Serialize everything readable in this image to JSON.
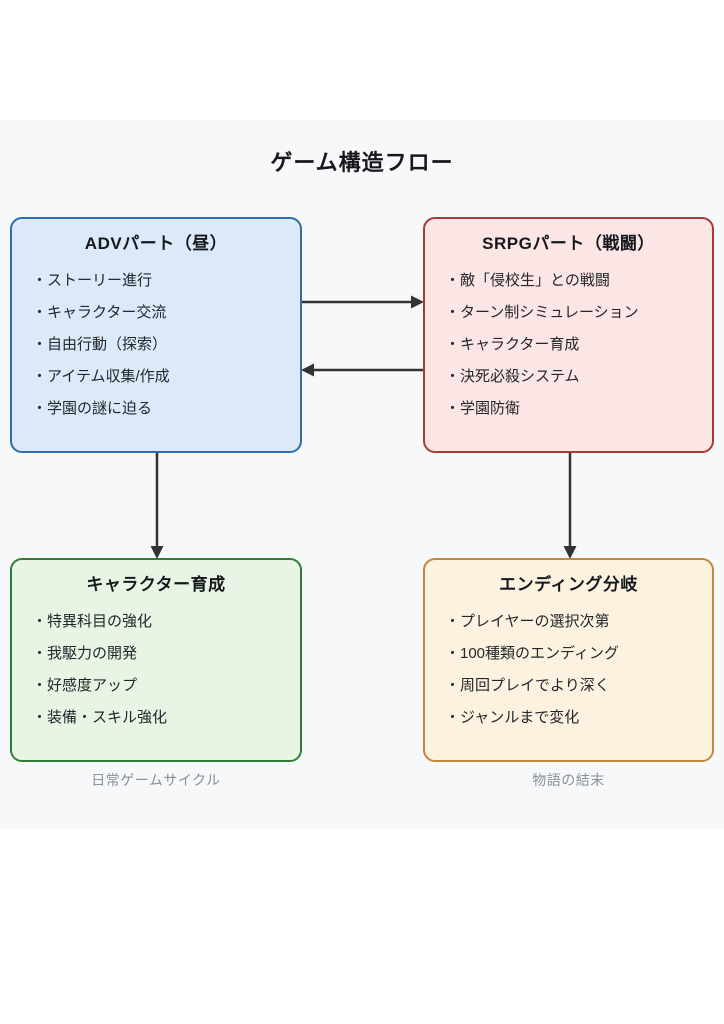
{
  "title": "ゲーム構造フロー",
  "nodes": {
    "adv": {
      "title": "ADVパート（昼）",
      "items": [
        "・ストーリー進行",
        "・キャラクター交流",
        "・自由行動（探索）",
        "・アイテム収集/作成",
        "・学園の謎に迫る"
      ],
      "fill": "#dbe9f8",
      "border": "#2f6cab"
    },
    "srpg": {
      "title": "SRPGパート（戦闘）",
      "items": [
        "・敵「侵校生」との戦闘",
        "・ターン制シミュレーション",
        "・キャラクター育成",
        "・決死必殺システム",
        "・学園防衛"
      ],
      "fill": "#fbe5e5",
      "border": "#a83a36"
    },
    "character": {
      "title": "キャラクター育成",
      "items": [
        "・特異科目の強化",
        "・我駆力の開発",
        "・好感度アップ",
        "・装備・スキル強化"
      ],
      "fill": "#e8f5e4",
      "border": "#2f7d39"
    },
    "ending": {
      "title": "エンディング分岐",
      "items": [
        "・プレイヤーの選択次第",
        "・100種類のエンディング",
        "・周回プレイでより深く",
        "・ジャンルまで変化"
      ],
      "fill": "#fdf2e0",
      "border": "#c2883e"
    }
  },
  "captions": {
    "left": "日常ゲームサイクル",
    "right": "物語の結末"
  },
  "arrows": {
    "color": "#333333",
    "connections": [
      {
        "from": "adv",
        "to": "srpg",
        "direction": "right"
      },
      {
        "from": "srpg",
        "to": "adv",
        "direction": "left"
      },
      {
        "from": "adv",
        "to": "character",
        "direction": "down"
      },
      {
        "from": "srpg",
        "to": "ending",
        "direction": "down"
      }
    ]
  },
  "panel_background": "#f7f8f9"
}
